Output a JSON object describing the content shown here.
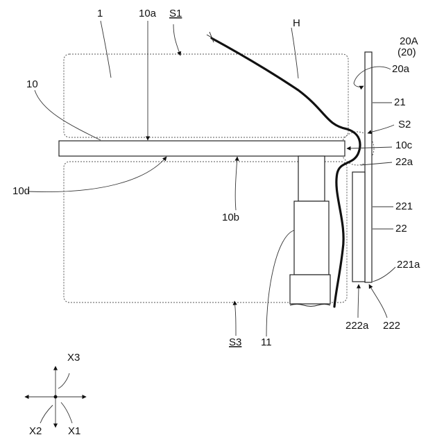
{
  "labels": {
    "l1": "1",
    "l10a": "10a",
    "lS1": "S1",
    "lH": "H",
    "l20A": "20A",
    "l20": "(20)",
    "l10": "10",
    "l20a": "20a",
    "l21": "21",
    "lS2": "S2",
    "l10c": "10c",
    "l22a": "22a",
    "l10d": "10d",
    "l10b": "10b",
    "l221": "221",
    "l22": "22",
    "l221a": "221a",
    "l222a": "222a",
    "l222": "222",
    "lS3": "S3",
    "l11": "11",
    "lX3": "X3",
    "lX2": "X2",
    "lX1": "X1"
  }
}
